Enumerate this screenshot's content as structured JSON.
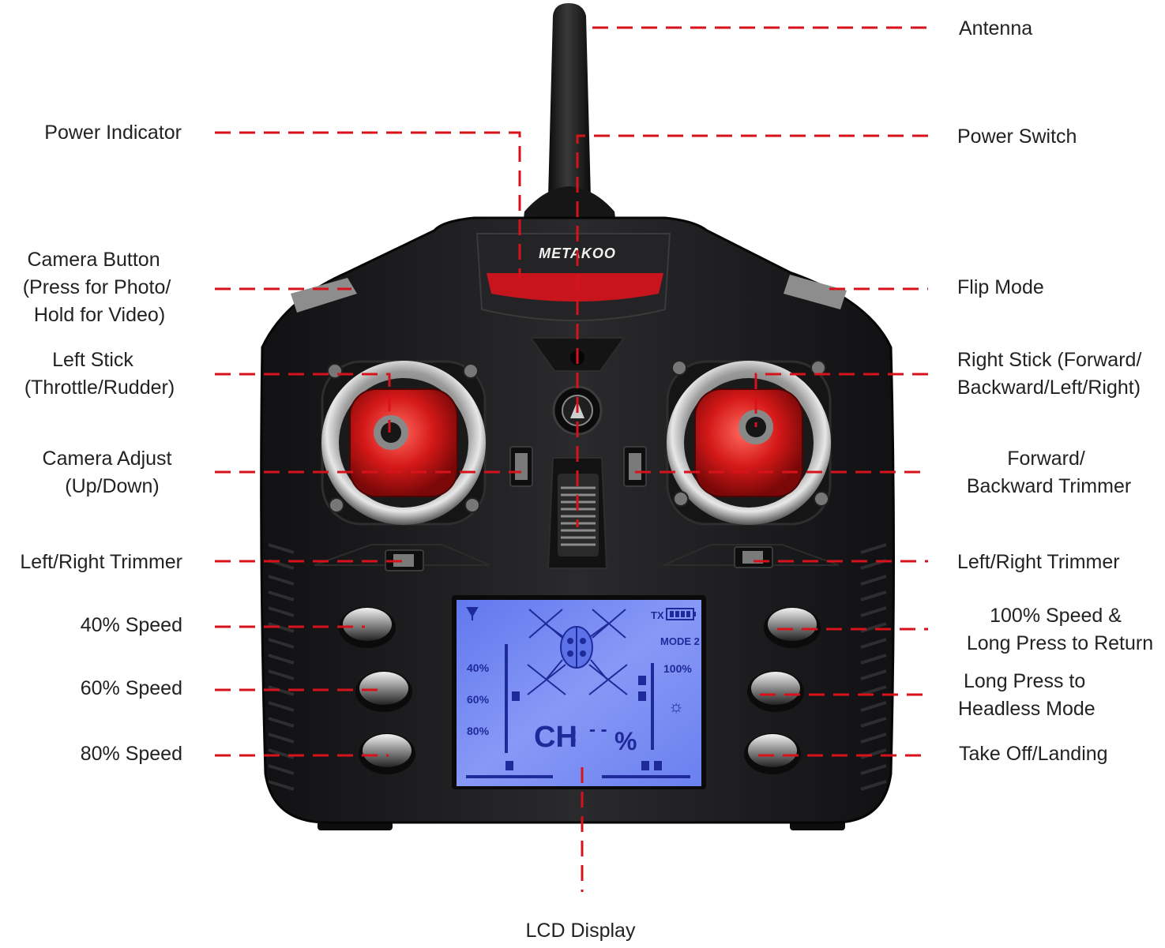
{
  "colors": {
    "leader": "#d8121a",
    "body": "#1c1c1e",
    "stick": "#d41818",
    "lcd": "#6f86f0",
    "lcd_ink": "#1f2a9a",
    "label": "#222222"
  },
  "brand": "METAKOO",
  "labels": {
    "antenna": [
      "Antenna"
    ],
    "power_indicator": [
      "Power Indicator"
    ],
    "power_switch": [
      "Power Switch"
    ],
    "camera_button": [
      "Camera Button",
      "(Press for Photo/",
      "Hold for Video)"
    ],
    "flip_mode": [
      "Flip Mode"
    ],
    "left_stick": [
      "Left Stick",
      "(Throttle/Rudder)"
    ],
    "right_stick": [
      "Right Stick (Forward/",
      "Backward/Left/Right)"
    ],
    "camera_adjust": [
      "Camera Adjust",
      "(Up/Down)"
    ],
    "fb_trimmer": [
      "Forward/",
      "Backward Trimmer"
    ],
    "lr_trimmer_left": [
      "Left/Right Trimmer"
    ],
    "lr_trimmer_right": [
      "Left/Right Trimmer"
    ],
    "speed_40": [
      "40% Speed"
    ],
    "speed_60": [
      "60% Speed"
    ],
    "speed_80": [
      "80% Speed"
    ],
    "speed_100": [
      "100% Speed &",
      "Long Press to Return"
    ],
    "headless": [
      "Long Press to",
      "Headless Mode"
    ],
    "takeoff": [
      "Take Off/Landing"
    ],
    "lcd_display": [
      "LCD Display"
    ]
  },
  "lcd": {
    "tx": "TX",
    "mode": "MODE 2",
    "speed_left": [
      "40%",
      "60%",
      "80%"
    ],
    "speed_right": "100%",
    "channel": "CH",
    "channel_value": "- -",
    "percent": "%"
  }
}
